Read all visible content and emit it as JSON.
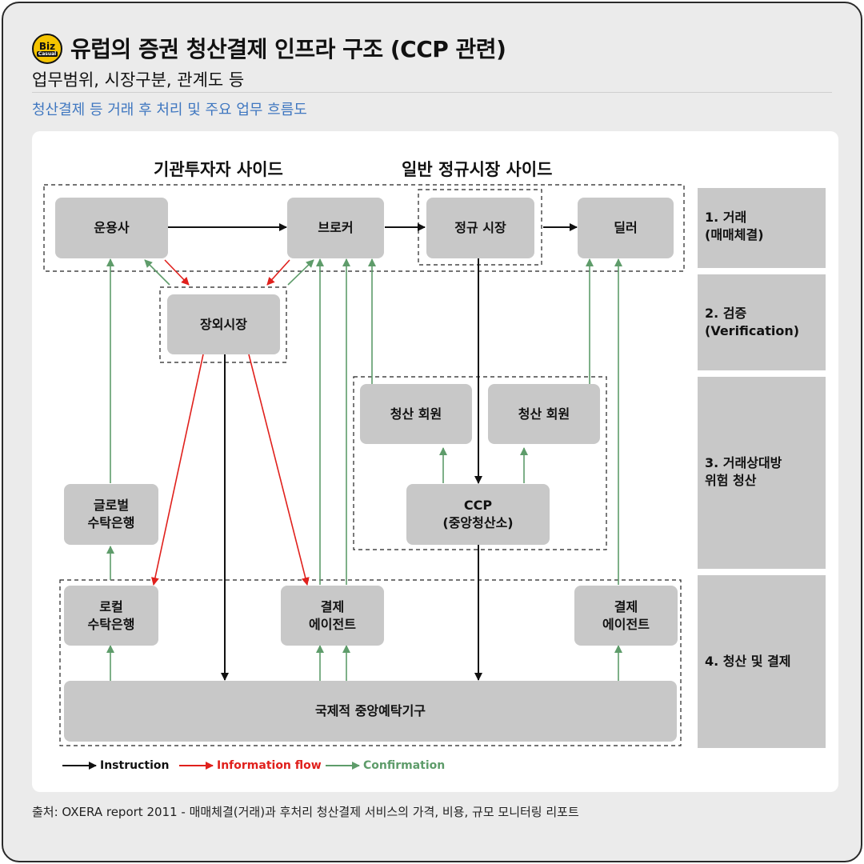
{
  "header": {
    "logo_line1": "Biz",
    "logo_line2": "Casual",
    "title": "유럽의 증권 청산결제 인프라 구조 (CCP 관련)",
    "subtitle": "업무범위, 시장구분, 관계도 등",
    "caption": "청산결제 등 거래 후 처리 및 주요 업무 흐름도"
  },
  "side_labels": {
    "institutional": "기관투자자 사이드",
    "regulated": "일반 정규시장 사이드"
  },
  "nodes": {
    "asset_manager": "운용사",
    "broker": "브로커",
    "regulated_market": "정규 시장",
    "dealer": "딜러",
    "otc_market": "장외시장",
    "clearing_member_1": "청산 회원",
    "clearing_member_2": "청산 회원",
    "global_custodian": "글로벌\n수탁은행",
    "ccp": "CCP\n(중앙청산소)",
    "local_custodian": "로컬\n수탁은행",
    "settlement_agent_1": "결제\n에이전트",
    "settlement_agent_2": "결제\n에이전트",
    "icsd": "국제적 중앙예탁기구"
  },
  "stages": [
    {
      "label": "1. 거래\n   (매매체결)"
    },
    {
      "label": "2. 검증\n   (Verification)"
    },
    {
      "label": "3. 거래상대방\n   위험 청산"
    },
    {
      "label": "4. 청산 및 결제"
    }
  ],
  "legend": {
    "instruction": "Instruction",
    "information_flow": "Information flow",
    "confirmation": "Confirmation"
  },
  "colors": {
    "instruction": "#111111",
    "information_flow": "#e0201c",
    "confirmation": "#5e9c6a",
    "node_fill": "#c8c8c8",
    "caption": "#3f77c0",
    "logo": "#f5c400"
  },
  "source": "출처: OXERA report 2011 - 매매체결(거래)과 후처리 청산결제 서비스의 가격, 비용, 규모 모니터링 리포트"
}
